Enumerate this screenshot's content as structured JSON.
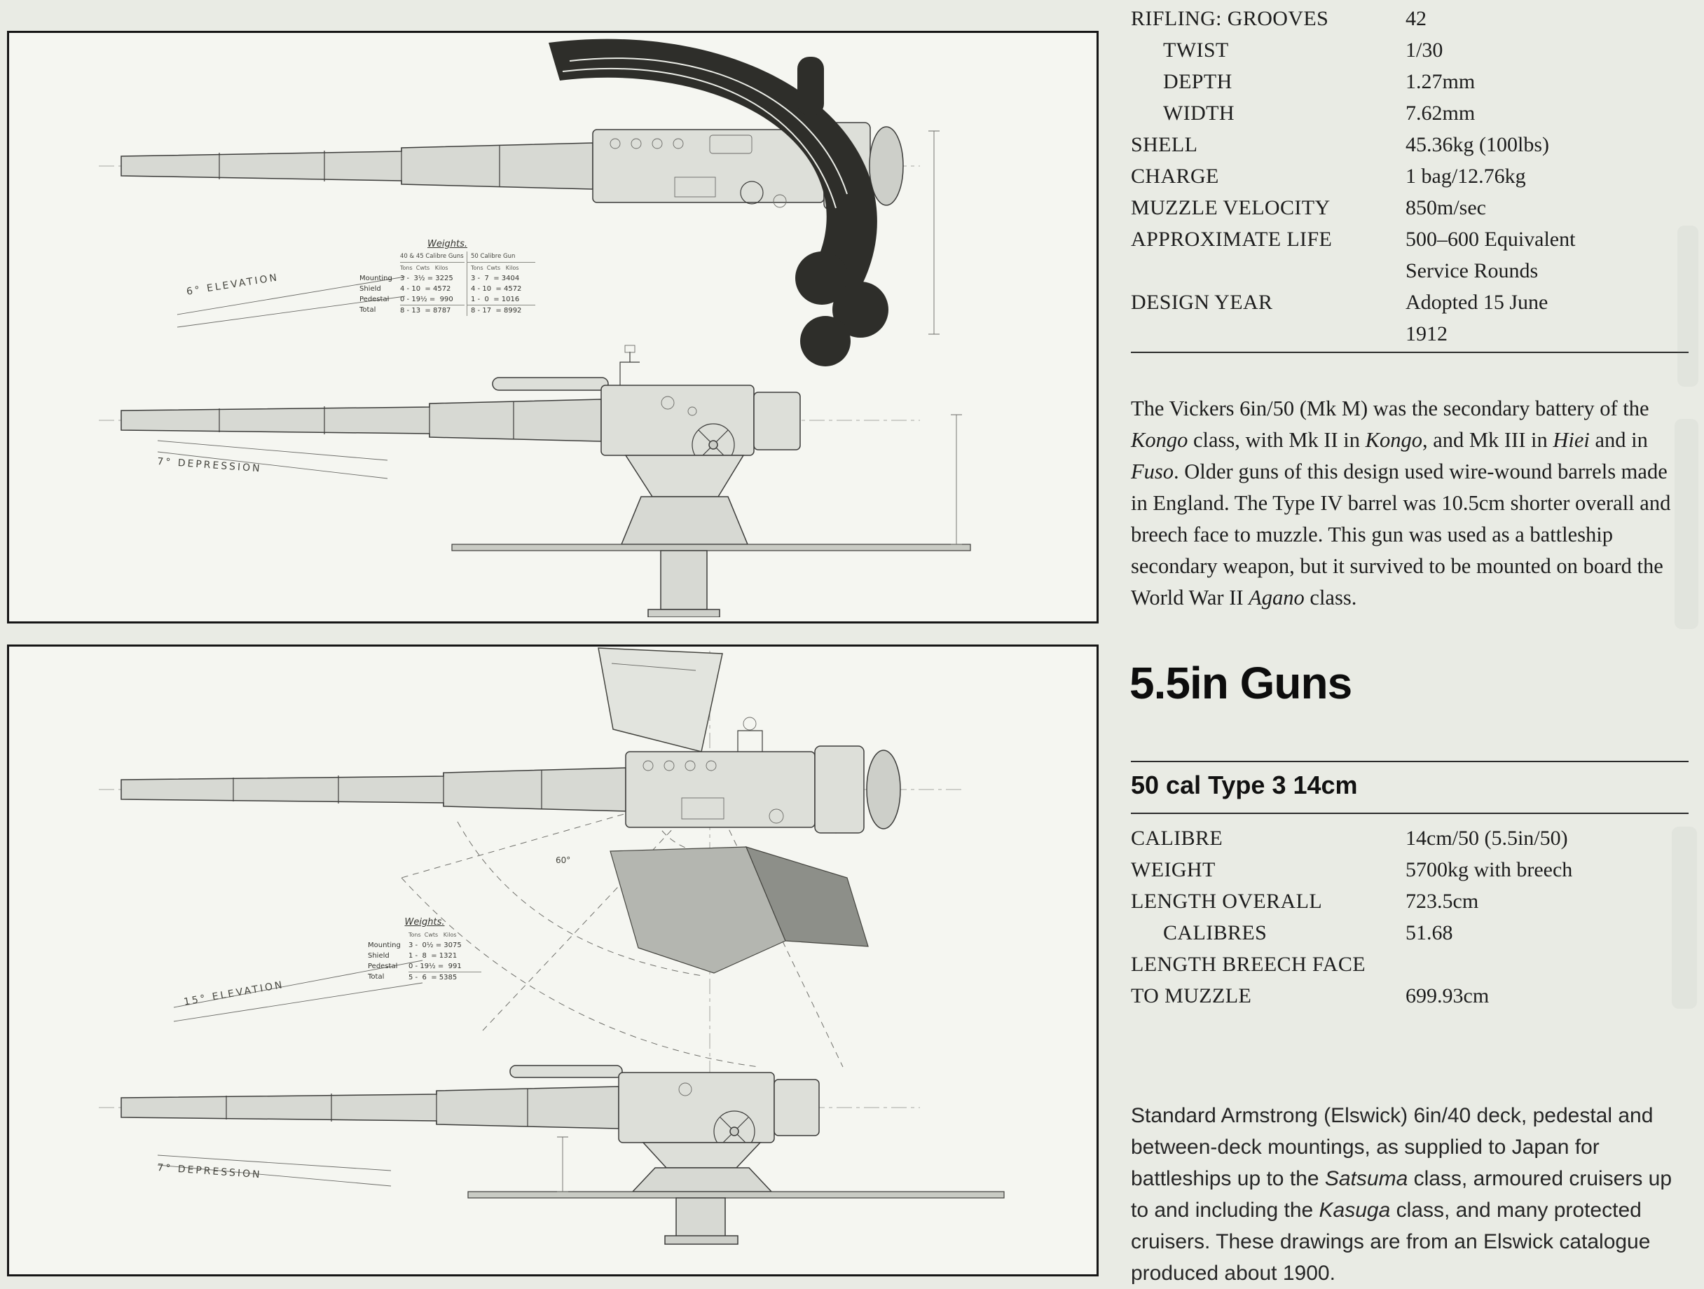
{
  "page": {
    "background": "#e9ebe4"
  },
  "specs_top": {
    "rows": [
      {
        "label": "RIFLING: GROOVES",
        "value": "42"
      },
      {
        "label": "TWIST",
        "value": "1/30"
      },
      {
        "label": "DEPTH",
        "value": "1.27mm"
      },
      {
        "label": "WIDTH",
        "value": "7.62mm"
      },
      {
        "label": "SHELL",
        "value": "45.36kg (100lbs)"
      },
      {
        "label": "CHARGE",
        "value": "1 bag/12.76kg"
      },
      {
        "label": "MUZZLE VELOCITY",
        "value": "850m/sec"
      },
      {
        "label": "APPROXIMATE LIFE",
        "value": "500–600 Equivalent\nService Rounds"
      },
      {
        "label": "DESIGN YEAR",
        "value": "Adopted 15 June\n1912"
      }
    ]
  },
  "para1": [
    {
      "t": "The Vickers 6in/50 (Mk M) was the secondary battery of the ",
      "i": false
    },
    {
      "t": "Kongo",
      "i": true
    },
    {
      "t": " class, with Mk II in ",
      "i": false
    },
    {
      "t": "Kongo",
      "i": true
    },
    {
      "t": ", and Mk III in ",
      "i": false
    },
    {
      "t": "Hiei",
      "i": true
    },
    {
      "t": " and in ",
      "i": false
    },
    {
      "t": "Fuso",
      "i": true
    },
    {
      "t": ". Older guns of this design used wire-wound barrels made in England. The Type IV barrel was 10.5cm shorter overall and breech face to muzzle. This gun was used as a battleship secondary weapon, but it survived to be mounted on board the World War II ",
      "i": false
    },
    {
      "t": "Agano",
      "i": true
    },
    {
      "t": " class.",
      "i": false
    }
  ],
  "section": {
    "heading": "5.5in Guns",
    "subheading": "50 cal Type 3 14cm"
  },
  "specs_type3": {
    "rows": [
      {
        "label": "CALIBRE",
        "value": "14cm/50 (5.5in/50)"
      },
      {
        "label": "WEIGHT",
        "value": "5700kg with breech"
      },
      {
        "label": "LENGTH OVERALL",
        "value": "723.5cm"
      },
      {
        "label": "CALIBRES",
        "value": "51.68"
      },
      {
        "label": "LENGTH BREECH FACE",
        "value": ""
      },
      {
        "label": "TO MUZZLE",
        "value": "699.93cm"
      }
    ]
  },
  "para2": [
    {
      "t": "Standard Armstrong (Elswick) 6in/40 deck, pedestal and between-deck mountings, as supplied to Japan for battleships up to the ",
      "i": false
    },
    {
      "t": "Satsuma",
      "i": true
    },
    {
      "t": " class, armoured cruisers up to and including the ",
      "i": false
    },
    {
      "t": "Kasuga",
      "i": true
    },
    {
      "t": " class, and many protected cruisers. These drawings are from an Elswick catalogue produced about 1900.",
      "i": false
    }
  ],
  "panel1": {
    "weights": {
      "title": "Weights.",
      "group1": "40 & 45 Calibre Guns",
      "group2": "50 Calibre Gun",
      "cols": "Tons  Cwts   Kilos",
      "rows": [
        {
          "name": "Mounting",
          "a": "3 -  3½ = 3225",
          "b": "3 -  7  = 3404"
        },
        {
          "name": "Shield",
          "a": "4 - 10  = 4572",
          "b": "4 - 10  = 4572"
        },
        {
          "name": "Pedestal",
          "a": "0 - 19½ =  990",
          "b": "1 -  0  = 1016"
        },
        {
          "name": "Total",
          "a": "8 - 13  = 8787",
          "b": "8 - 17  = 8992"
        }
      ]
    },
    "elevation_label": "6° ELEVATION",
    "depression_label": "7° DEPRESSION"
  },
  "panel2": {
    "weights": {
      "title": "Weights.",
      "cols": "Tons  Cwts   Kilos",
      "rows": [
        {
          "name": "Mounting",
          "v": "3 -  0½ = 3075"
        },
        {
          "name": "Shield",
          "v": "1 -  8  = 1321"
        },
        {
          "name": "Pedestal",
          "v": "0 - 19½ =  991"
        },
        {
          "name": "Total",
          "v": "5 -  6  = 5385"
        }
      ]
    },
    "elevation_label": "15° ELEVATION",
    "depression_label": "7° DEPRESSION",
    "angle_label": "60°"
  }
}
